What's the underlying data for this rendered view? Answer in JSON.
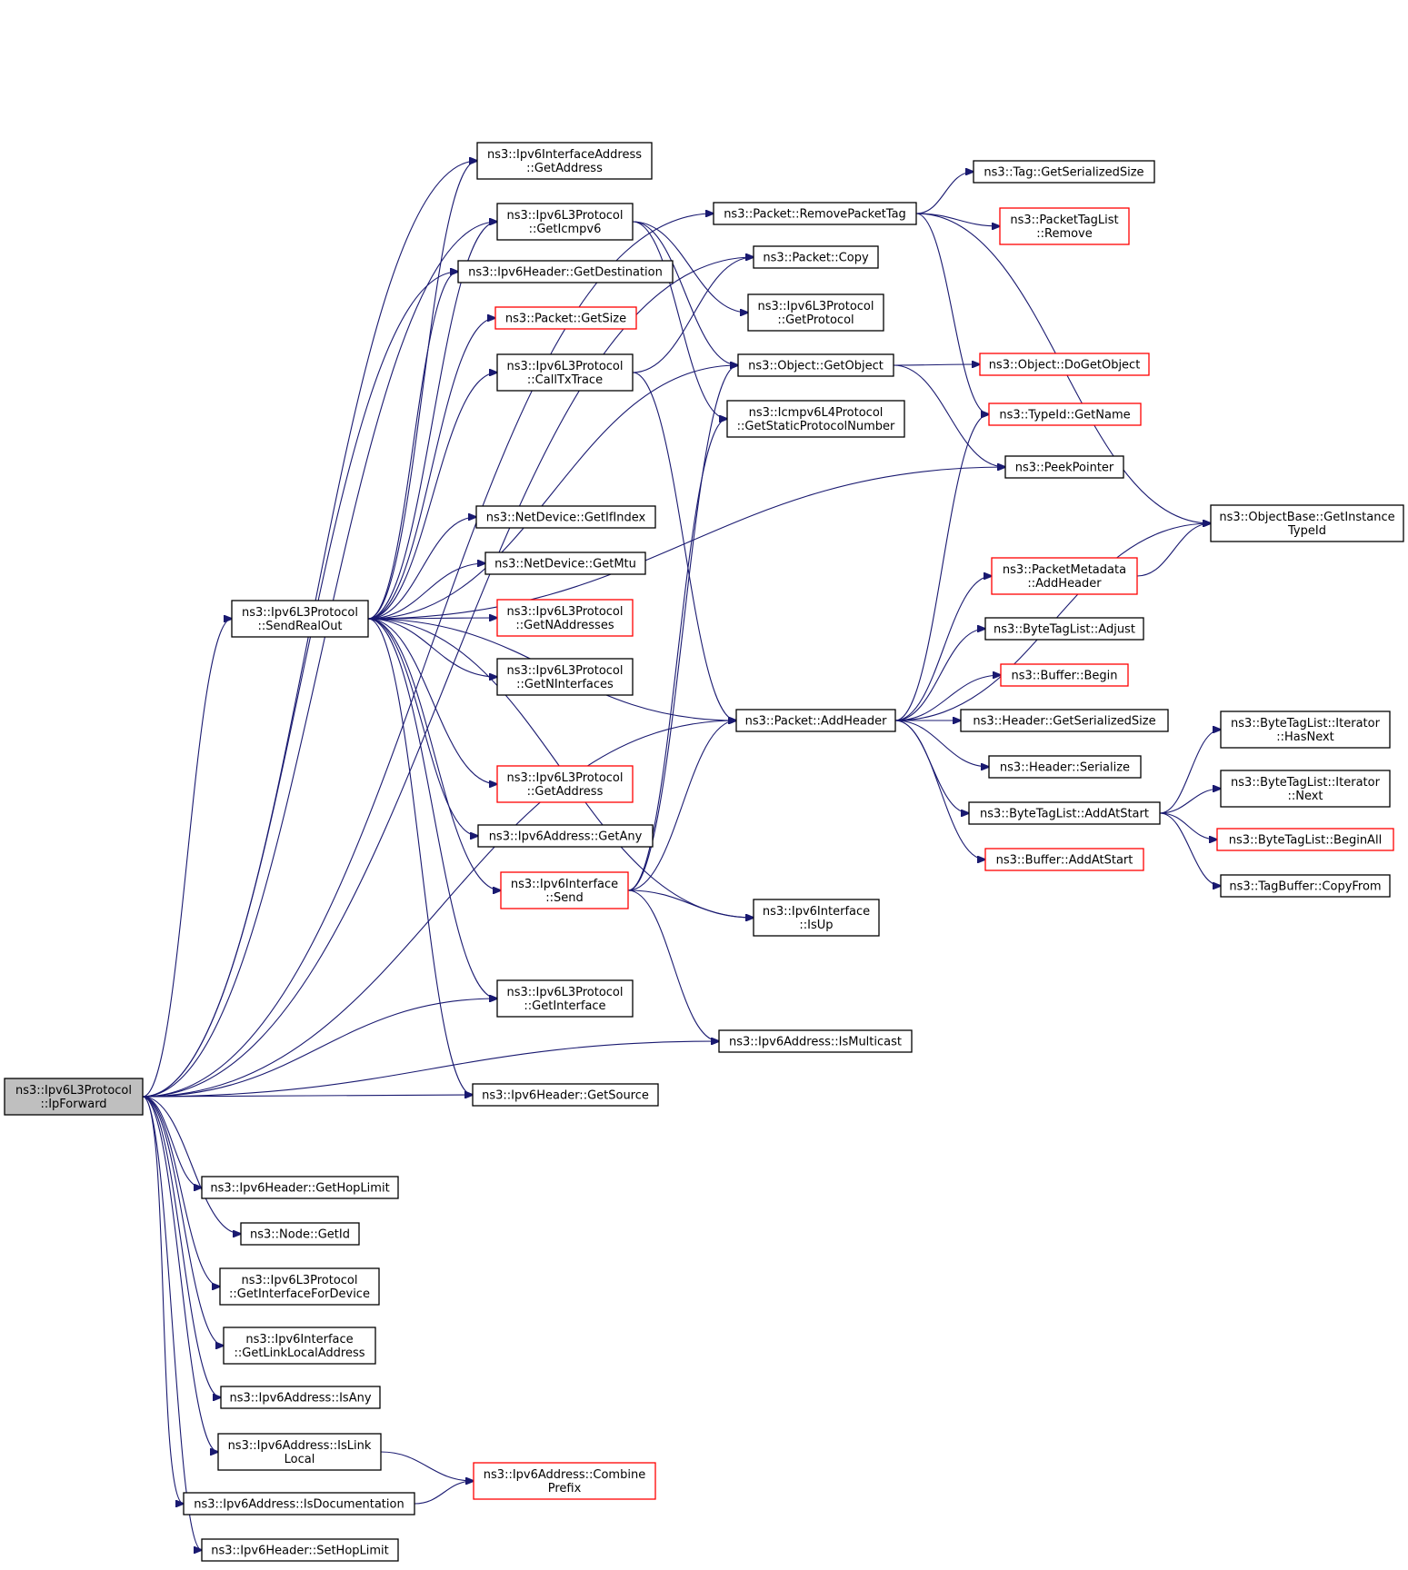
{
  "colors": {
    "edge": "#191970",
    "node_border": "#000000",
    "node_border_incomplete": "#ff0000",
    "root_fill": "#bfbfbf",
    "node_fill": "#ffffff"
  },
  "nodes": [
    {
      "id": "root",
      "lines": [
        "ns3::Ipv6L3Protocol",
        "::IpForward"
      ],
      "style": "root"
    },
    {
      "id": "sendRealOut",
      "lines": [
        "ns3::Ipv6L3Protocol",
        "::SendRealOut"
      ],
      "style": "normal"
    },
    {
      "id": "ifaceAddrGetAddress",
      "lines": [
        "ns3::Ipv6InterfaceAddress",
        "::GetAddress"
      ],
      "style": "normal"
    },
    {
      "id": "getIcmpv6",
      "lines": [
        "ns3::Ipv6L3Protocol",
        "::GetIcmpv6"
      ],
      "style": "normal"
    },
    {
      "id": "getDestination",
      "lines": [
        "ns3::Ipv6Header::GetDestination"
      ],
      "style": "normal"
    },
    {
      "id": "packetGetSize",
      "lines": [
        "ns3::Packet::GetSize"
      ],
      "style": "red"
    },
    {
      "id": "callTxTrace",
      "lines": [
        "ns3::Ipv6L3Protocol",
        "::CallTxTrace"
      ],
      "style": "normal"
    },
    {
      "id": "netDevGetIfIndex",
      "lines": [
        "ns3::NetDevice::GetIfIndex"
      ],
      "style": "normal"
    },
    {
      "id": "netDevGetMtu",
      "lines": [
        "ns3::NetDevice::GetMtu"
      ],
      "style": "normal"
    },
    {
      "id": "getNAddresses",
      "lines": [
        "ns3::Ipv6L3Protocol",
        "::GetNAddresses"
      ],
      "style": "red"
    },
    {
      "id": "getNInterfaces",
      "lines": [
        "ns3::Ipv6L3Protocol",
        "::GetNInterfaces"
      ],
      "style": "normal"
    },
    {
      "id": "l3GetAddress",
      "lines": [
        "ns3::Ipv6L3Protocol",
        "::GetAddress"
      ],
      "style": "red"
    },
    {
      "id": "addrGetAny",
      "lines": [
        "ns3::Ipv6Address::GetAny"
      ],
      "style": "normal"
    },
    {
      "id": "ifaceSend",
      "lines": [
        "ns3::Ipv6Interface",
        "::Send"
      ],
      "style": "red"
    },
    {
      "id": "getInterface",
      "lines": [
        "ns3::Ipv6L3Protocol",
        "::GetInterface"
      ],
      "style": "normal"
    },
    {
      "id": "getSource",
      "lines": [
        "ns3::Ipv6Header::GetSource"
      ],
      "style": "normal"
    },
    {
      "id": "getHopLimit",
      "lines": [
        "ns3::Ipv6Header::GetHopLimit"
      ],
      "style": "normal"
    },
    {
      "id": "nodeGetId",
      "lines": [
        "ns3::Node::GetId"
      ],
      "style": "normal"
    },
    {
      "id": "getIfForDevice",
      "lines": [
        "ns3::Ipv6L3Protocol",
        "::GetInterfaceForDevice"
      ],
      "style": "normal"
    },
    {
      "id": "getLinkLocal",
      "lines": [
        "ns3::Ipv6Interface",
        "::GetLinkLocalAddress"
      ],
      "style": "normal"
    },
    {
      "id": "isAny",
      "lines": [
        "ns3::Ipv6Address::IsAny"
      ],
      "style": "normal"
    },
    {
      "id": "isLinkLocal",
      "lines": [
        "ns3::Ipv6Address::IsLink",
        "Local"
      ],
      "style": "normal"
    },
    {
      "id": "isDocumentation",
      "lines": [
        "ns3::Ipv6Address::IsDocumentation"
      ],
      "style": "normal"
    },
    {
      "id": "setHopLimit",
      "lines": [
        "ns3::Ipv6Header::SetHopLimit"
      ],
      "style": "normal"
    },
    {
      "id": "combinePrefix",
      "lines": [
        "ns3::Ipv6Address::Combine",
        "Prefix"
      ],
      "style": "red"
    },
    {
      "id": "removePacketTag",
      "lines": [
        "ns3::Packet::RemovePacketTag"
      ],
      "style": "normal"
    },
    {
      "id": "packetCopy",
      "lines": [
        "ns3::Packet::Copy"
      ],
      "style": "normal"
    },
    {
      "id": "l3GetProtocol",
      "lines": [
        "ns3::Ipv6L3Protocol",
        "::GetProtocol"
      ],
      "style": "normal"
    },
    {
      "id": "objGetObject",
      "lines": [
        "ns3::Object::GetObject"
      ],
      "style": "normal"
    },
    {
      "id": "icmpStaticProto",
      "lines": [
        "ns3::Icmpv6L4Protocol",
        "::GetStaticProtocolNumber"
      ],
      "style": "normal"
    },
    {
      "id": "packetAddHeader",
      "lines": [
        "ns3::Packet::AddHeader"
      ],
      "style": "normal"
    },
    {
      "id": "ifaceIsUp",
      "lines": [
        "ns3::Ipv6Interface",
        "::IsUp"
      ],
      "style": "normal"
    },
    {
      "id": "isMulticast",
      "lines": [
        "ns3::Ipv6Address::IsMulticast"
      ],
      "style": "normal"
    },
    {
      "id": "tagGetSerSize",
      "lines": [
        "ns3::Tag::GetSerializedSize"
      ],
      "style": "normal"
    },
    {
      "id": "ptlRemove",
      "lines": [
        "ns3::PacketTagList",
        "::Remove"
      ],
      "style": "red"
    },
    {
      "id": "doGetObject",
      "lines": [
        "ns3::Object::DoGetObject"
      ],
      "style": "red"
    },
    {
      "id": "typeIdGetName",
      "lines": [
        "ns3::TypeId::GetName"
      ],
      "style": "red"
    },
    {
      "id": "peekPointer",
      "lines": [
        "ns3::PeekPointer"
      ],
      "style": "normal"
    },
    {
      "id": "pmAddHeader",
      "lines": [
        "ns3::PacketMetadata",
        "::AddHeader"
      ],
      "style": "red"
    },
    {
      "id": "btlAdjust",
      "lines": [
        "ns3::ByteTagList::Adjust"
      ],
      "style": "normal"
    },
    {
      "id": "bufBegin",
      "lines": [
        "ns3::Buffer::Begin"
      ],
      "style": "red"
    },
    {
      "id": "hdrGetSerSize",
      "lines": [
        "ns3::Header::GetSerializedSize"
      ],
      "style": "normal"
    },
    {
      "id": "hdrSerialize",
      "lines": [
        "ns3::Header::Serialize"
      ],
      "style": "normal"
    },
    {
      "id": "btlAddAtStart",
      "lines": [
        "ns3::ByteTagList::AddAtStart"
      ],
      "style": "normal"
    },
    {
      "id": "bufAddAtStart",
      "lines": [
        "ns3::Buffer::AddAtStart"
      ],
      "style": "red"
    },
    {
      "id": "objBaseGetInstTypeId",
      "lines": [
        "ns3::ObjectBase::GetInstance",
        "TypeId"
      ],
      "style": "normal"
    },
    {
      "id": "btlItHasNext",
      "lines": [
        "ns3::ByteTagList::Iterator",
        "::HasNext"
      ],
      "style": "normal"
    },
    {
      "id": "btlItNext",
      "lines": [
        "ns3::ByteTagList::Iterator",
        "::Next"
      ],
      "style": "normal"
    },
    {
      "id": "btlBeginAll",
      "lines": [
        "ns3::ByteTagList::BeginAll"
      ],
      "style": "red"
    },
    {
      "id": "tagBufCopyFrom",
      "lines": [
        "ns3::TagBuffer::CopyFrom"
      ],
      "style": "normal"
    }
  ],
  "edges": [
    [
      "root",
      "sendRealOut"
    ],
    [
      "root",
      "ifaceAddrGetAddress"
    ],
    [
      "root",
      "getIcmpv6"
    ],
    [
      "root",
      "getDestination"
    ],
    [
      "root",
      "removePacketTag"
    ],
    [
      "root",
      "packetCopy"
    ],
    [
      "root",
      "getInterface"
    ],
    [
      "root",
      "packetAddHeader"
    ],
    [
      "root",
      "getSource"
    ],
    [
      "root",
      "isMulticast"
    ],
    [
      "root",
      "getHopLimit"
    ],
    [
      "root",
      "nodeGetId"
    ],
    [
      "root",
      "getIfForDevice"
    ],
    [
      "root",
      "getLinkLocal"
    ],
    [
      "root",
      "isAny"
    ],
    [
      "root",
      "isLinkLocal"
    ],
    [
      "root",
      "isDocumentation"
    ],
    [
      "root",
      "setHopLimit"
    ],
    [
      "sendRealOut",
      "ifaceAddrGetAddress"
    ],
    [
      "sendRealOut",
      "getIcmpv6"
    ],
    [
      "sendRealOut",
      "getDestination"
    ],
    [
      "sendRealOut",
      "packetGetSize"
    ],
    [
      "sendRealOut",
      "callTxTrace"
    ],
    [
      "sendRealOut",
      "objGetObject"
    ],
    [
      "sendRealOut",
      "peekPointer"
    ],
    [
      "sendRealOut",
      "netDevGetIfIndex"
    ],
    [
      "sendRealOut",
      "netDevGetMtu"
    ],
    [
      "sendRealOut",
      "getNAddresses"
    ],
    [
      "sendRealOut",
      "getNInterfaces"
    ],
    [
      "sendRealOut",
      "packetAddHeader"
    ],
    [
      "sendRealOut",
      "l3GetAddress"
    ],
    [
      "sendRealOut",
      "addrGetAny"
    ],
    [
      "sendRealOut",
      "ifaceSend"
    ],
    [
      "sendRealOut",
      "ifaceIsUp"
    ],
    [
      "sendRealOut",
      "getInterface"
    ],
    [
      "sendRealOut",
      "getSource"
    ],
    [
      "getIcmpv6",
      "l3GetProtocol"
    ],
    [
      "getIcmpv6",
      "objGetObject"
    ],
    [
      "getIcmpv6",
      "icmpStaticProto"
    ],
    [
      "callTxTrace",
      "packetCopy"
    ],
    [
      "callTxTrace",
      "packetAddHeader"
    ],
    [
      "ifaceSend",
      "objGetObject"
    ],
    [
      "ifaceSend",
      "icmpStaticProto"
    ],
    [
      "ifaceSend",
      "packetAddHeader"
    ],
    [
      "ifaceSend",
      "ifaceIsUp"
    ],
    [
      "ifaceSend",
      "isMulticast"
    ],
    [
      "isLinkLocal",
      "combinePrefix"
    ],
    [
      "isDocumentation",
      "combinePrefix"
    ],
    [
      "removePacketTag",
      "tagGetSerSize"
    ],
    [
      "removePacketTag",
      "ptlRemove"
    ],
    [
      "removePacketTag",
      "typeIdGetName"
    ],
    [
      "removePacketTag",
      "objBaseGetInstTypeId"
    ],
    [
      "objGetObject",
      "doGetObject"
    ],
    [
      "objGetObject",
      "peekPointer"
    ],
    [
      "packetAddHeader",
      "typeIdGetName"
    ],
    [
      "packetAddHeader",
      "objBaseGetInstTypeId"
    ],
    [
      "packetAddHeader",
      "pmAddHeader"
    ],
    [
      "packetAddHeader",
      "btlAdjust"
    ],
    [
      "packetAddHeader",
      "bufBegin"
    ],
    [
      "packetAddHeader",
      "hdrGetSerSize"
    ],
    [
      "packetAddHeader",
      "hdrSerialize"
    ],
    [
      "packetAddHeader",
      "btlAddAtStart"
    ],
    [
      "packetAddHeader",
      "bufAddAtStart"
    ],
    [
      "pmAddHeader",
      "objBaseGetInstTypeId"
    ],
    [
      "btlAddAtStart",
      "btlItHasNext"
    ],
    [
      "btlAddAtStart",
      "btlItNext"
    ],
    [
      "btlAddAtStart",
      "btlBeginAll"
    ],
    [
      "btlAddAtStart",
      "tagBufCopyFrom"
    ]
  ]
}
